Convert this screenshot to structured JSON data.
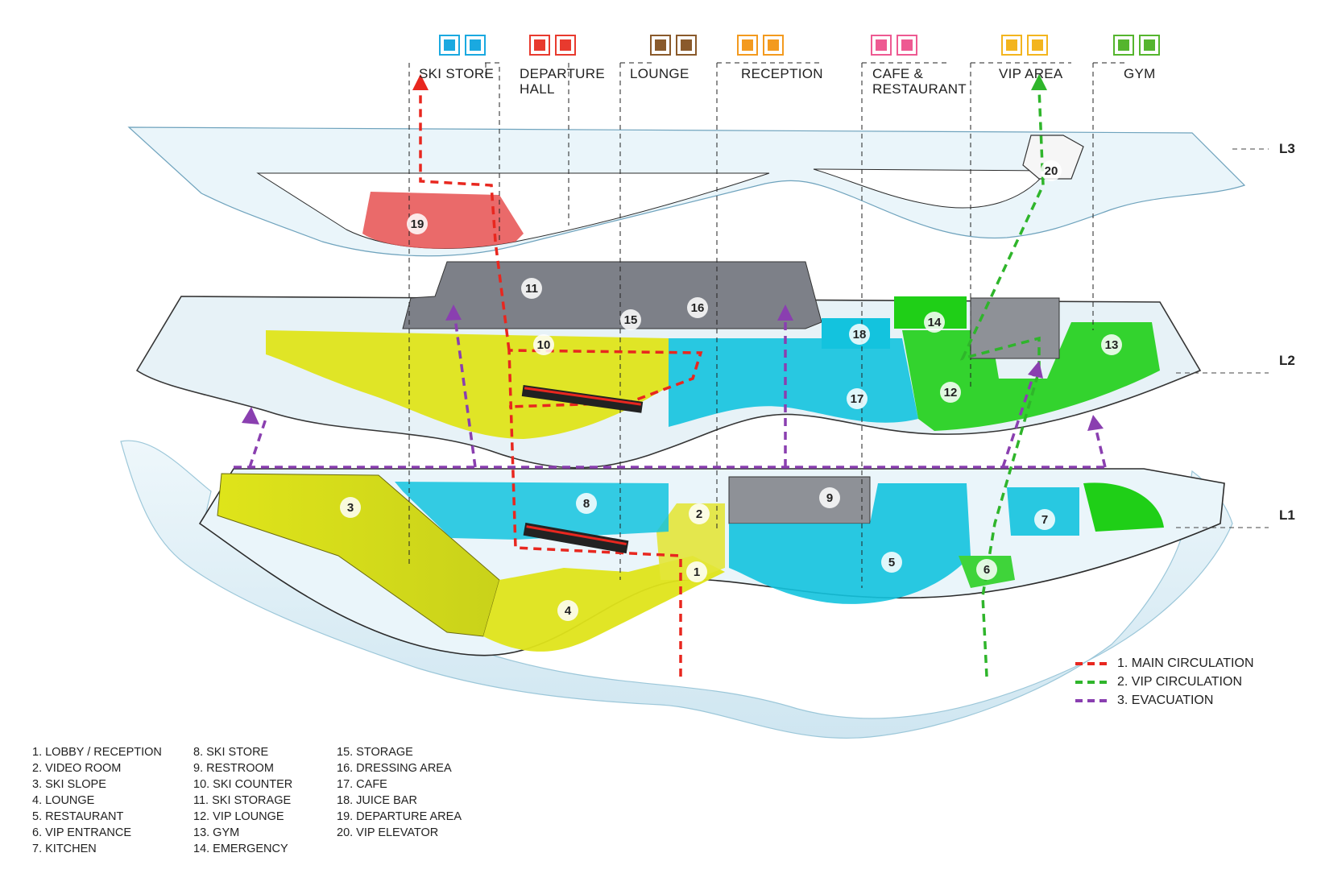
{
  "programs": [
    {
      "label": "SKI STORE",
      "color": "#1aa9e0"
    },
    {
      "label": "DEPARTURE\nHALL",
      "color": "#e83a2e"
    },
    {
      "label": "LOUNGE",
      "color": "#8a5a2b"
    },
    {
      "label": "RECEPTION",
      "color": "#f39a1e"
    },
    {
      "label": "CAFE &\nRESTAURANT",
      "color": "#ee5a92"
    },
    {
      "label": "VIP AREA",
      "color": "#f3b51e"
    },
    {
      "label": "GYM",
      "color": "#55b52e"
    }
  ],
  "levels": [
    "L3",
    "L2",
    "L1"
  ],
  "room_numbers": [
    "1",
    "2",
    "3",
    "4",
    "5",
    "6",
    "7",
    "8",
    "9",
    "10",
    "11",
    "12",
    "13",
    "14",
    "15",
    "16",
    "17",
    "18",
    "19",
    "20"
  ],
  "circulation_legend": [
    {
      "label": "1. MAIN CIRCULATION",
      "color": "#e8271f"
    },
    {
      "label": "2. VIP CIRCULATION",
      "color": "#2fb52b"
    },
    {
      "label": "3. EVACUATION",
      "color": "#8a3fb0"
    }
  ],
  "key": [
    [
      "1.  LOBBY / RECEPTION",
      "2. VIDEO ROOM",
      "3. SKI SLOPE",
      "4. LOUNGE",
      "5. RESTAURANT",
      "6. VIP ENTRANCE",
      "7. KITCHEN"
    ],
    [
      "8. SKI STORE",
      "9. RESTROOM",
      "10. SKI COUNTER",
      "11. SKI STORAGE",
      "12. VIP LOUNGE",
      "13. GYM",
      "14. EMERGENCY"
    ],
    [
      "15. STORAGE",
      "16. DRESSING AREA",
      "17. CAFE",
      "18. JUICE BAR",
      "19. DEPARTURE AREA",
      "20. VIP ELEVATOR"
    ]
  ],
  "colors": {
    "lounge_yellow": "#dfe41a",
    "cyan": "#13c3de",
    "green": "#1fcf17",
    "departure_red": "#e85a5a",
    "storage_grey": "#8c8f96",
    "ice": "#dbeef6"
  }
}
